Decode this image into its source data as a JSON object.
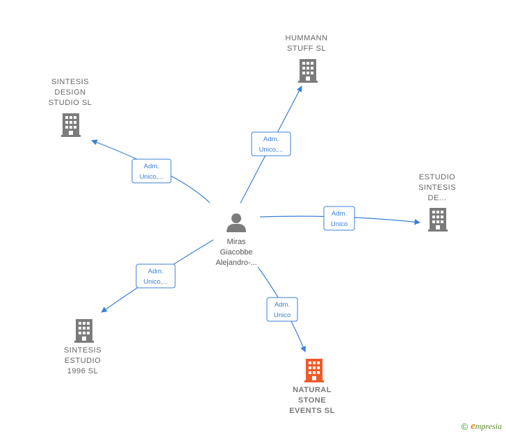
{
  "colors": {
    "edge": "#3a7fd5",
    "company": "#7b7b7b",
    "company_highlight": "#f05a28",
    "person": "#7b7b7b"
  },
  "center": {
    "id": "person",
    "icon": "person-icon",
    "label_lines": [
      "Miras",
      "Giacobbe",
      "Alejandro-..."
    ]
  },
  "companies": [
    {
      "id": "hummann",
      "icon": "building-icon",
      "label_lines": [
        "HUMMANN",
        "STUFF  SL"
      ],
      "highlight": false
    },
    {
      "id": "sintesis-design",
      "icon": "building-icon",
      "label_lines": [
        "SINTESIS",
        "DESIGN",
        "STUDIO  SL"
      ],
      "highlight": false
    },
    {
      "id": "estudio-sintesis",
      "icon": "building-icon",
      "label_lines": [
        "ESTUDIO",
        "SINTESIS",
        "DE..."
      ],
      "highlight": false
    },
    {
      "id": "sintesis-estudio",
      "icon": "building-icon",
      "label_lines": [
        "SINTESIS",
        "ESTUDIO",
        "1996  SL"
      ],
      "highlight": false
    },
    {
      "id": "natural-stone",
      "icon": "building-icon",
      "label_lines": [
        "NATURAL",
        "STONE",
        "EVENTS  SL"
      ],
      "highlight": true
    }
  ],
  "edges": [
    {
      "to": "hummann",
      "label_lines": [
        "Adm.",
        "Unico,..."
      ]
    },
    {
      "to": "sintesis-design",
      "label_lines": [
        "Adm.",
        "Unico,..."
      ]
    },
    {
      "to": "estudio-sintesis",
      "label_lines": [
        "Adm.",
        "Unico"
      ]
    },
    {
      "to": "sintesis-estudio",
      "label_lines": [
        "Adm.",
        "Unico,..."
      ]
    },
    {
      "to": "natural-stone",
      "label_lines": [
        "Adm.",
        "Unico"
      ]
    }
  ],
  "footer": {
    "copyright_symbol": "©",
    "brand_initial": "e",
    "brand_rest": "mpresia"
  }
}
